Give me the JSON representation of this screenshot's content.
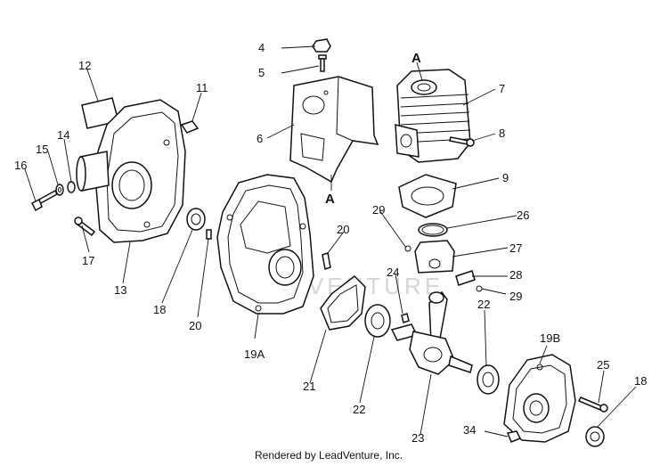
{
  "diagram": {
    "callouts": [
      "4",
      "5",
      "6",
      "7",
      "8",
      "9",
      "11",
      "12",
      "13",
      "14",
      "15",
      "16",
      "17",
      "18",
      "18",
      "19A",
      "19B",
      "20",
      "20",
      "21",
      "22",
      "22",
      "23",
      "24",
      "25",
      "26",
      "27",
      "28",
      "29",
      "29",
      "34"
    ],
    "markers": [
      "A",
      "A"
    ],
    "watermark": "LEADVENTURE",
    "footer": "Rendered by LeadVenture, Inc."
  }
}
